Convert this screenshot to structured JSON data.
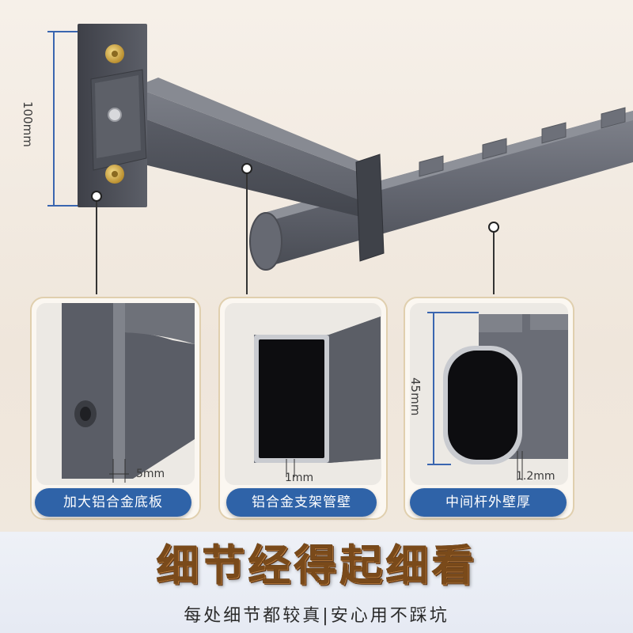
{
  "measurements": {
    "height_top": "100mm",
    "plate_thickness": "5mm",
    "bracket_wall": "1mm",
    "rod_height": "45mm",
    "rod_wall": "1.2mm"
  },
  "captions": {
    "plate": "加大铝合金底板",
    "bracket": "铝合金支架管壁",
    "rod": "中间杆外壁厚"
  },
  "headline": {
    "title": "细节经得起细看",
    "subtitle": "每处细节都较真|安心用不踩坑"
  },
  "colors": {
    "accent_blue": "#2f63a8",
    "metal_gray": "#5b5d66",
    "title_brown": "#7a4a1a"
  }
}
